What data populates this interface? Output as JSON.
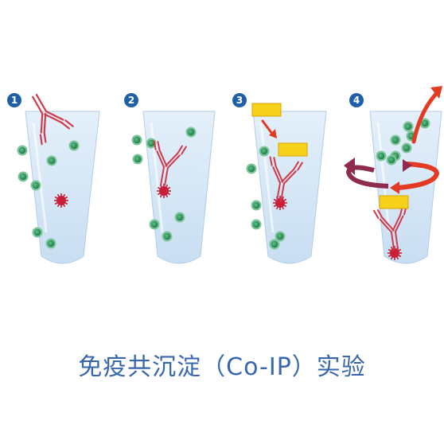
{
  "steps": [
    "1",
    "2",
    "3",
    "4"
  ],
  "caption": "免疫共沉淀（Co-IP）实验",
  "colors": {
    "tube": "#d4e6f6",
    "tube_edge": "#b3cde6",
    "bead_fill": "#2f9e5c",
    "bead_ring": "#7dc49a",
    "antibody": "#cf3b4a",
    "antigen": "#c9203a",
    "protein_tag": "#f7d21a",
    "arrow": "#e23a23",
    "step_badge": "#1f5fa8",
    "caption": "#3766ad"
  },
  "icons": [
    "antibody-icon",
    "antigen-icon",
    "bead-icon",
    "protein-tag-icon",
    "arrow-icon",
    "rotation-arrow-icon"
  ]
}
